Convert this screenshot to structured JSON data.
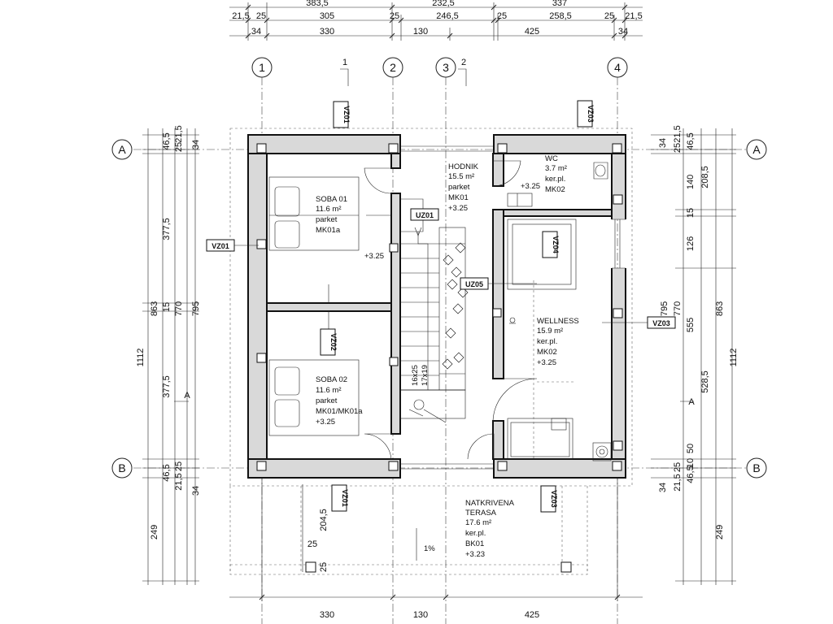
{
  "dims_top": {
    "row1": [
      "383,5",
      "232,5",
      "337"
    ],
    "row2": [
      "21,5",
      "25",
      "305",
      "25",
      "246,5",
      "25",
      "258,5",
      "25",
      "21,5"
    ],
    "row3": [
      "34",
      "330",
      "130",
      "425",
      "34"
    ]
  },
  "dims_bottom": {
    "row1": [
      "330",
      "130",
      "425"
    ]
  },
  "dims_left": {
    "total": "1112",
    "a": [
      "377,5",
      "377,5"
    ],
    "b": [
      "863",
      "249"
    ],
    "c": [
      "46,5",
      "21,5",
      "25",
      "15",
      "46,5",
      "21,5",
      "25"
    ],
    "d": [
      "34",
      "770",
      "34",
      "795"
    ],
    "e": [
      "204,5",
      "25",
      "25"
    ]
  },
  "dims_right": {
    "total": "1112",
    "a": [
      "863",
      "249"
    ],
    "b": [
      "208,5",
      "528,5",
      "795"
    ],
    "c": [
      "140",
      "15",
      "126",
      "555",
      "50",
      "10",
      "770"
    ],
    "d": [
      "34",
      "25",
      "21,5",
      "46,5",
      "21,5",
      "25",
      "46,5",
      "34"
    ]
  },
  "axes": {
    "columns": [
      "1",
      "2",
      "3",
      "4"
    ],
    "rows": [
      "A",
      "B"
    ],
    "section_marks": [
      "1",
      "2"
    ],
    "section_a": "A"
  },
  "tags": {
    "vz01_top": "VZ01",
    "vz01_left": "VZ01",
    "vz01_bottom": "VZ01",
    "vz02": "VZ02",
    "vz03_top": "VZ03",
    "vz03_right": "VZ03",
    "vz03_bottom": "VZ03",
    "vz04": "VZ04",
    "uz01": "UZ01",
    "uz05": "UZ05"
  },
  "rooms": {
    "soba01": [
      "SOBA 01",
      "11.6 m²",
      "parket",
      "MK01a"
    ],
    "soba01_level": "+3.25",
    "soba02": [
      "SOBA 02",
      "11.6 m²",
      "parket",
      "MK01/MK01a",
      "+3.25"
    ],
    "hodnik": [
      "HODNIK",
      "15.5 m²",
      "parket",
      "MK01",
      "+3.25"
    ],
    "wc": [
      "WC",
      "3.7 m²",
      "ker.pl.",
      "MK02"
    ],
    "wc_level": "+3.25",
    "wellness": [
      "WELLNESS",
      "15.9 m²",
      "ker.pl.",
      "MK02",
      "+3.25"
    ],
    "terasa": [
      "NATKRIVENA",
      "TERASA",
      "17.6 m²",
      "ker.pl.",
      "BK01",
      "+3.23"
    ]
  },
  "stairs": {
    "size1": "16x25",
    "size2": "17x19"
  },
  "slope": "1%"
}
